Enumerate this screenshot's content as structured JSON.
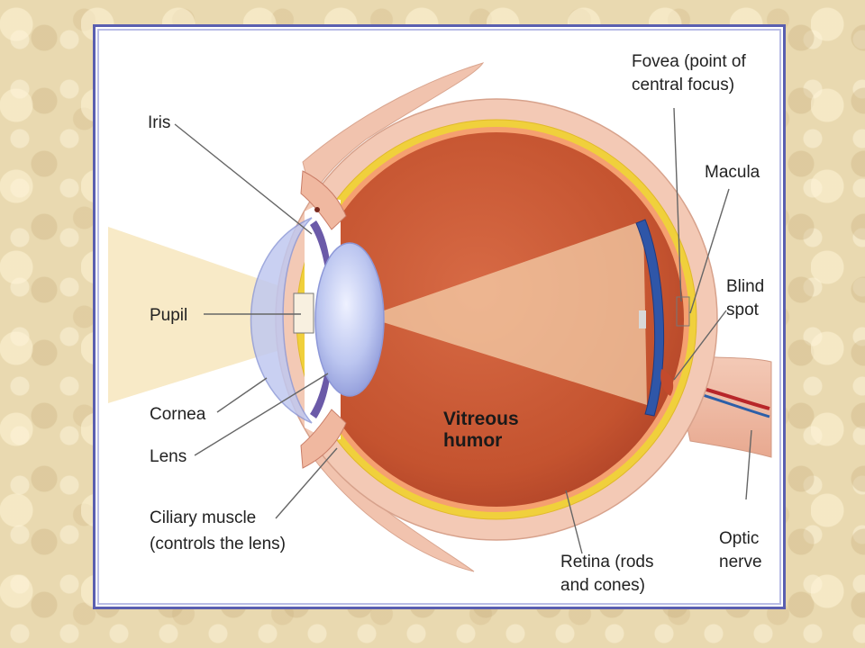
{
  "labels": {
    "iris": "Iris",
    "pupil": "Pupil",
    "cornea": "Cornea",
    "lens": "Lens",
    "ciliary_line1": "Ciliary muscle",
    "ciliary_line2": "(controls the lens)",
    "fovea_line1": "Fovea (point of",
    "fovea_line2": "central focus)",
    "macula": "Macula",
    "blind_line1": "Blind",
    "blind_line2": "spot",
    "optic_line1": "Optic",
    "optic_line2": "nerve",
    "retina_line1": "Retina (rods",
    "retina_line2": "and cones)",
    "vitreous_line1": "Vitreous",
    "vitreous_line2": "humor"
  },
  "colors": {
    "frame_border": "#5a5fb0",
    "sclera": "#f2c4b0",
    "retina_band": "#f2d23a",
    "vitreous": "#c8573a",
    "lens": "#b9c4ee",
    "cornea": "#b7c0ee",
    "light_beam": "#f6e3b8"
  }
}
